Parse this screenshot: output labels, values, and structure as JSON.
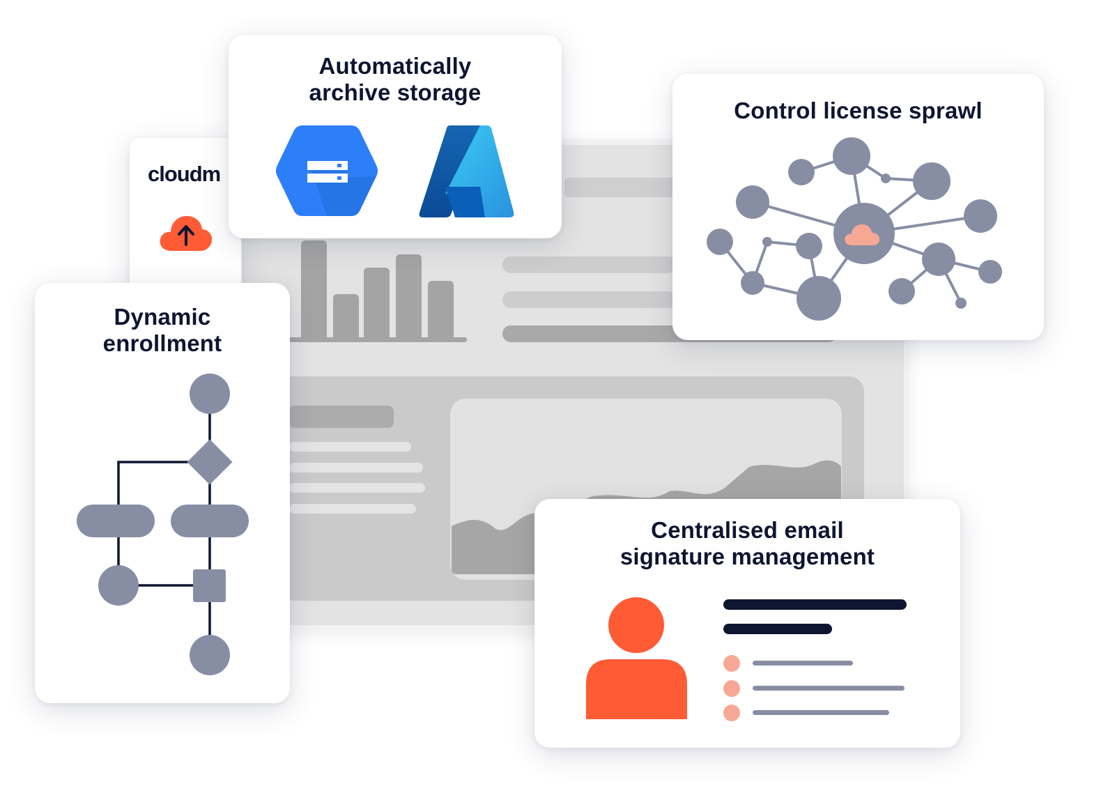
{
  "sidebar": {
    "logo_text": "cloudm",
    "upload_icon": "cloud-upload-icon"
  },
  "cards": {
    "archive": {
      "title_line1": "Automatically",
      "title_line2": "archive storage",
      "icons": [
        "google-cloud-storage-icon",
        "azure-icon"
      ]
    },
    "license": {
      "title": "Control license sprawl",
      "icon": "network-graph-icon"
    },
    "enrollment": {
      "title_line1": "Dynamic",
      "title_line2": "enrollment",
      "icon": "flowchart-icon"
    },
    "signature": {
      "title_line1": "Centralised email",
      "title_line2": "signature management",
      "icon": "user-avatar-icon"
    }
  },
  "colors": {
    "navy": "#0d1530",
    "node_gray": "#878ea4",
    "orange": "#ff5b35",
    "peach": "#f7a895",
    "google_blue": "#2e7ef5",
    "azure_blue": "#0a78d4",
    "dashboard_gray": "#d4d4d4"
  }
}
